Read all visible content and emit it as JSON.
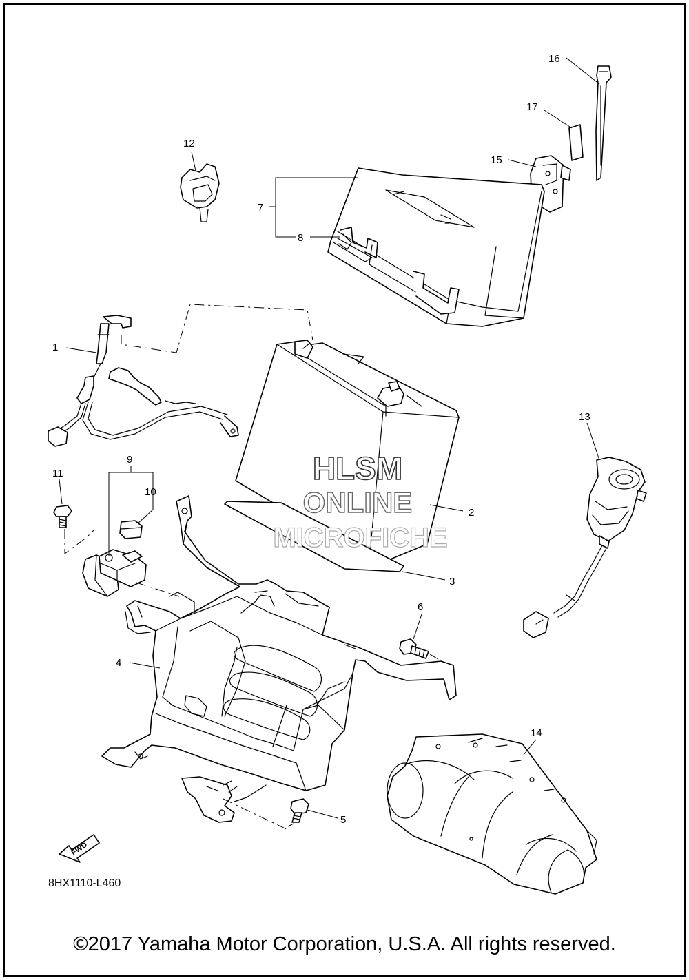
{
  "diagram": {
    "callouts": [
      "1",
      "2",
      "3",
      "4",
      "5",
      "6",
      "7",
      "8",
      "9",
      "10",
      "11",
      "12",
      "13",
      "14",
      "15",
      "16",
      "17"
    ],
    "drawing_code": "8HX1110-L460",
    "fwd_label": "FWD"
  },
  "watermark": {
    "line1": "HLSM",
    "line2": "ONLINE",
    "line3": "MICROFICHE"
  },
  "footer": {
    "copyright": "©2017 Yamaha Motor Corporation, U.S.A. All rights reserved."
  }
}
